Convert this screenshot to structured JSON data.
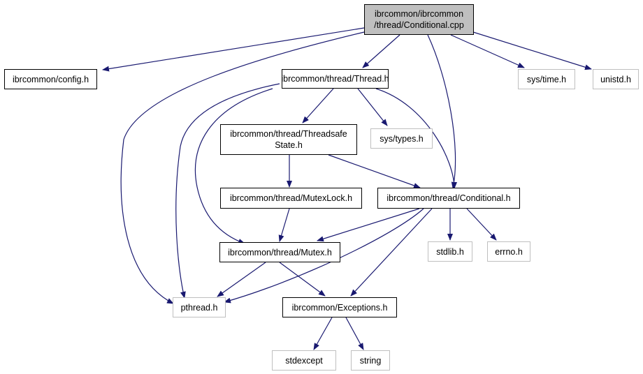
{
  "colors": {
    "edge": "#191970",
    "root_fill": "#bfbfbf",
    "internal_border": "#000000",
    "external_border": "#bfbfbf"
  },
  "nodes": {
    "root": {
      "line1": "ibrcommon/ibrcommon",
      "line2": "/thread/Conditional.cpp"
    },
    "config": {
      "label": "ibrcommon/config.h"
    },
    "thread": {
      "label": "ibrcommon/thread/Thread.h"
    },
    "systime": {
      "label": "sys/time.h"
    },
    "unistd": {
      "label": "unistd.h"
    },
    "threadsafe": {
      "line1": "ibrcommon/thread/Threadsafe",
      "line2": "State.h"
    },
    "systypes": {
      "label": "sys/types.h"
    },
    "mutexlock": {
      "label": "ibrcommon/thread/MutexLock.h"
    },
    "conditional": {
      "label": "ibrcommon/thread/Conditional.h"
    },
    "mutex": {
      "label": "ibrcommon/thread/Mutex.h"
    },
    "stdlib": {
      "label": "stdlib.h"
    },
    "errno": {
      "label": "errno.h"
    },
    "pthread": {
      "label": "pthread.h"
    },
    "exceptions": {
      "label": "ibrcommon/Exceptions.h"
    },
    "stdexcept": {
      "label": "stdexcept"
    },
    "string": {
      "label": "string"
    }
  }
}
